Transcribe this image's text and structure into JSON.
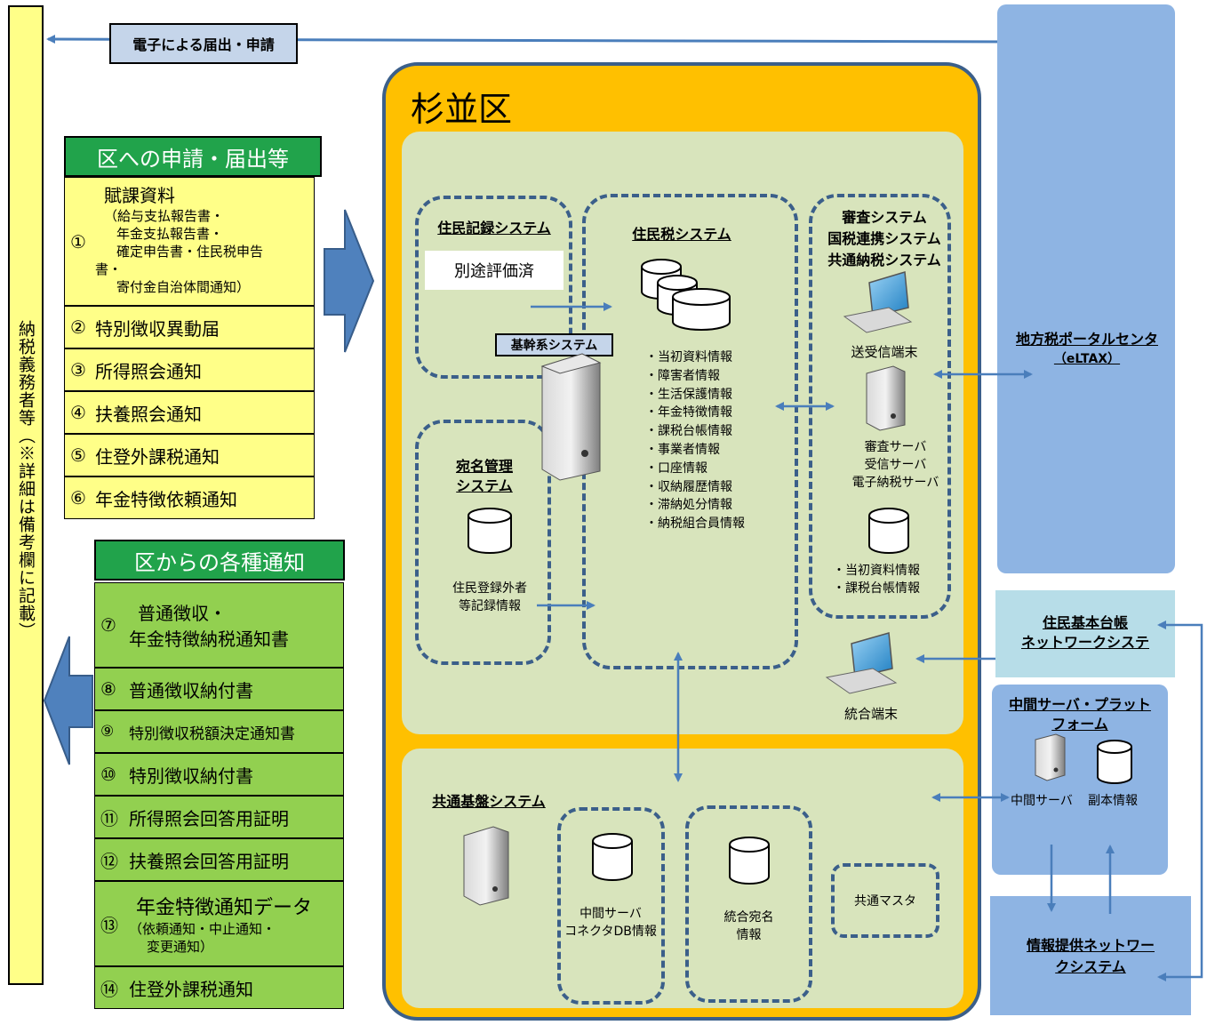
{
  "taxpayer_label": "納税義務者等（※詳細は備考欄に記載）",
  "efiling": {
    "label": "電子による届出・申請"
  },
  "applications": {
    "header": "区への申請・届出等",
    "first_item": {
      "num": "①",
      "title": "賦課資料",
      "lines": [
        "（給与支払報告書・",
        "年金支払報告書・",
        "確定申告書・住民税申告",
        "書・",
        "寄付金自治体間通知）"
      ]
    },
    "items": [
      {
        "num": "②",
        "label": "特別徴収異動届"
      },
      {
        "num": "③",
        "label": "所得照会通知"
      },
      {
        "num": "④",
        "label": "扶養照会通知"
      },
      {
        "num": "⑤",
        "label": "住登外課税通知"
      },
      {
        "num": "⑥",
        "label": "年金特徴依頼通知"
      }
    ]
  },
  "notices": {
    "header": "区からの各種通知",
    "item7": {
      "num": "⑦",
      "line1": "普通徴収・",
      "line2": "年金特徴納税通知書"
    },
    "items": [
      {
        "num": "⑧",
        "label": "普通徴収納付書"
      },
      {
        "num": "⑨",
        "label": "特別徴収税額決定通知書"
      },
      {
        "num": "⑩",
        "label": "特別徴収納付書"
      },
      {
        "num": "⑪",
        "label": "所得照会回答用証明"
      },
      {
        "num": "⑫",
        "label": "扶養照会回答用証明"
      }
    ],
    "item13": {
      "num": "⑬",
      "title": "年金特徴通知データ",
      "sub1": "（依頼通知・中止通知・",
      "sub2": "変更通知）"
    },
    "item14": {
      "num": "⑭",
      "label": "住登外課税通知"
    }
  },
  "suginami": {
    "title": "杉並区",
    "resident_record": {
      "title": "住民記録システム",
      "note": "別途評価済"
    },
    "core_label": "基幹系システム",
    "resident_tax": {
      "title": "住民税システム",
      "items": [
        "・当初資料情報",
        "・障害者情報",
        "・生活保護情報",
        "・年金特徴情報",
        "・課税台帳情報",
        "・事業者情報",
        "・口座情報",
        "・収納履歴情報",
        "・滞納処分情報",
        "・納税組合員情報"
      ]
    },
    "address_mgmt": {
      "title_line1": "宛名管理",
      "title_line2": "システム",
      "data_line1": "住民登録外者",
      "data_line2": "等記録情報"
    },
    "audit": {
      "title_lines": [
        "審査システム",
        "国税連携システム",
        "共通納税システム"
      ],
      "terminal": "送受信端末",
      "servers": [
        "審査サーバ",
        "受信サーバ",
        "電子納税サーバ"
      ],
      "data": [
        "・当初資料情報",
        "・課税台帳情報"
      ]
    },
    "integrated_terminal": "統合端末",
    "common_base": {
      "title": "共通基盤システム",
      "middle_server_data": [
        "中間サーバ",
        "コネクタDB情報"
      ],
      "integrated_address": [
        "統合宛名",
        "情報"
      ],
      "common_master": "共通マスタ"
    }
  },
  "eltax": {
    "line1": "地方税ポータルセンタ",
    "line2": "（eLTAX）"
  },
  "juki_net": {
    "line1": "住民基本台帳",
    "line2": "ネットワークシステ"
  },
  "middle_platform": {
    "line1": "中間サーバ・プラット",
    "line2": "フォーム",
    "server_label": "中間サーバ",
    "data_label": "副本情報"
  },
  "info_network": {
    "line1": "情報提供ネットワー",
    "line2": "クシステム"
  }
}
